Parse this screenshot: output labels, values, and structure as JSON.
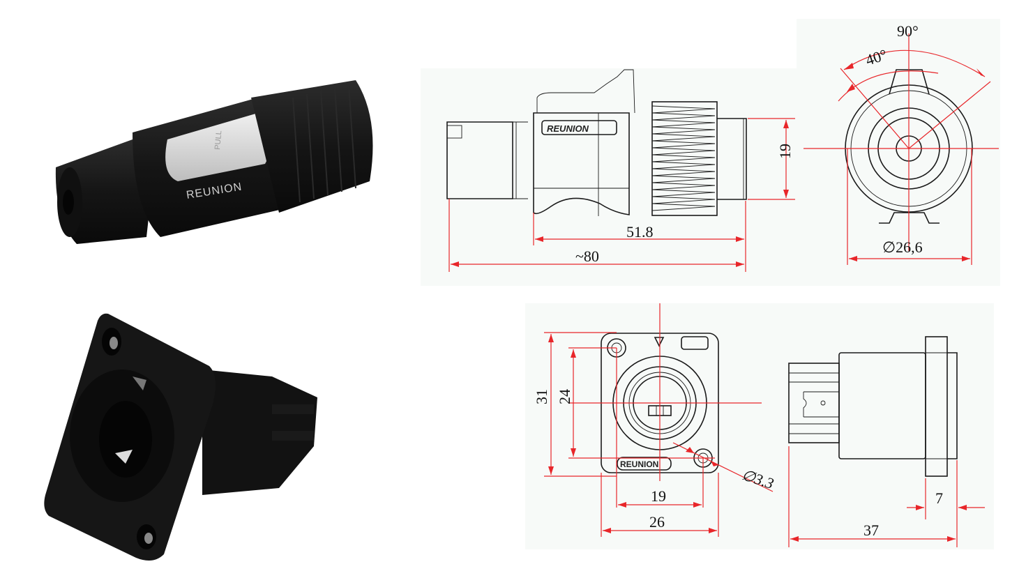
{
  "product": {
    "brand": "REUNION",
    "cable_connector_label": "REUNION",
    "latch_text": "PULL"
  },
  "cable_connector_side_view": {
    "overall_length": "~80",
    "body_length": "51.8",
    "tail_diameter": "19",
    "logo": "REUNION"
  },
  "cable_connector_front_view": {
    "outer_angle": "90°",
    "inner_angle": "40°",
    "diameter": "∅26,6"
  },
  "panel_socket_front_view": {
    "height_outer": "31",
    "hole_spacing_vertical": "24",
    "hole_spacing_horizontal": "19",
    "width_outer": "26",
    "hole_diameter": "∅3.3",
    "logo": "REUNION"
  },
  "panel_socket_side_view": {
    "overall_depth": "37",
    "flange_depth": "7"
  },
  "colors": {
    "dimension_line": "#e8262a",
    "drawing_line": "#1a1a1a",
    "panel_bg": "#f7faf8",
    "connector_body": "#1b1b1b",
    "latch": "#d9d9d9"
  }
}
